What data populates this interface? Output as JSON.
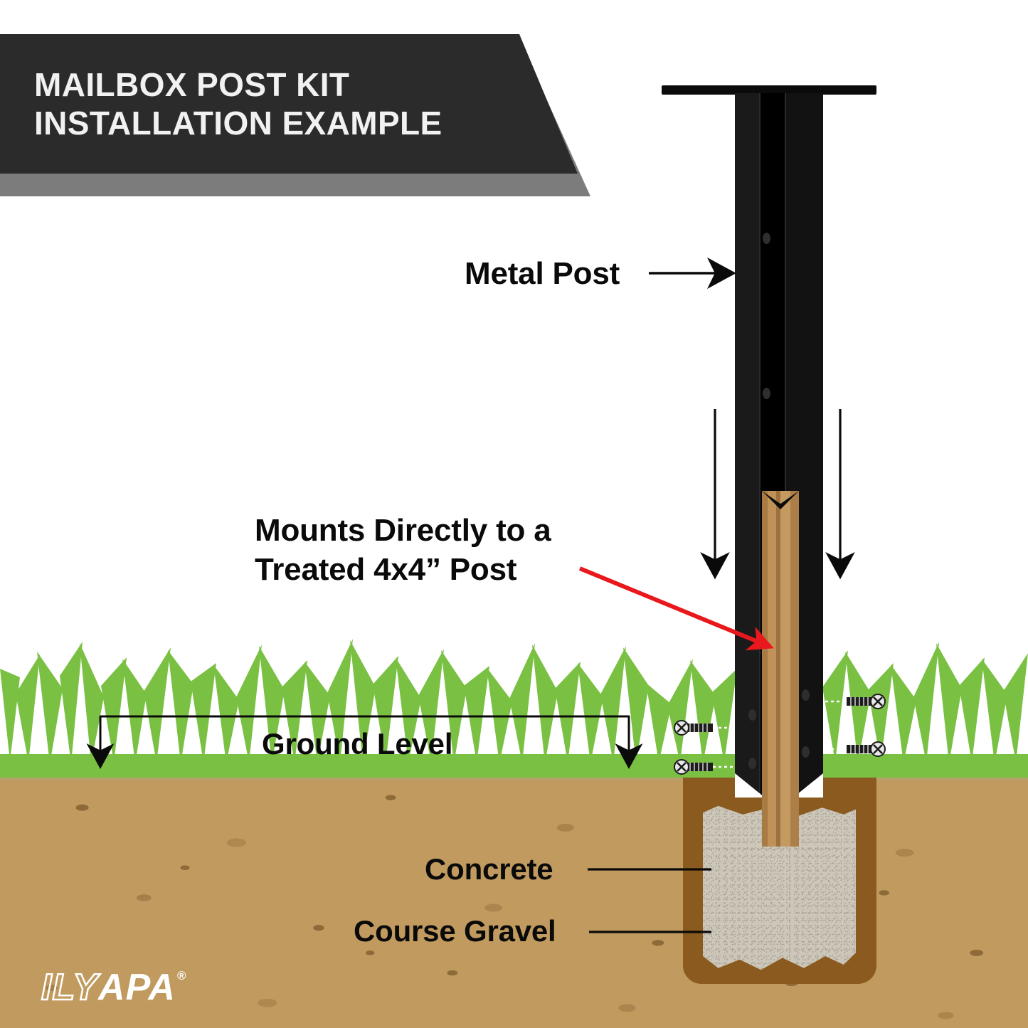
{
  "banner": {
    "line1": "MAILBOX POST KIT",
    "line2": "INSTALLATION EXAMPLE"
  },
  "labels": {
    "metal_post": "Metal Post",
    "mounts_line1": "Mounts Directly to a",
    "mounts_line2": "Treated 4x4” Post",
    "ground_level": "Ground Level",
    "concrete": "Concrete",
    "course_gravel": "Course Gravel"
  },
  "logo": {
    "outline_part": "ILY",
    "solid_part": "APA",
    "registered_mark": "®"
  },
  "colors": {
    "banner_bg": "#2b2b2b",
    "banner_shadow": "#7c7c7c",
    "banner_text": "#f1f1f1",
    "grass_green": "#7ac143",
    "soil_tan": "#c09a5e",
    "soil_blotch": "#8d6b39",
    "hole_brown": "#8a5a1e",
    "concrete_gray": "#cdc7ba",
    "metal_black": "#0b0b0b",
    "wood_tan": "#b88a52",
    "accent_red": "#e8181c",
    "page_bg": "#ffffff"
  },
  "diagram": {
    "title": "Mailbox Post Kit Installation Example",
    "type": "cross-section installation diagram",
    "components": [
      {
        "name": "metal-post",
        "label": "Metal Post",
        "description": "black metal sleeve post with top mounting plate"
      },
      {
        "name": "wood-post",
        "label": "Treated 4x4” Post",
        "description": "wooden post inserted inside metal sleeve"
      },
      {
        "name": "screws",
        "label": "mounting screws",
        "count": 4,
        "description": "screws fastening metal sleeve to wood post"
      },
      {
        "name": "grass",
        "label": "grass",
        "description": "green grass layer at ground level"
      },
      {
        "name": "soil",
        "label": "soil",
        "description": "tan speckled earth below ground level"
      },
      {
        "name": "concrete",
        "label": "Concrete",
        "description": "gray concrete footing in dug hole"
      },
      {
        "name": "gravel",
        "label": "Course Gravel",
        "description": "coarse gravel base at bottom of hole"
      }
    ],
    "annotations": [
      {
        "name": "metal-post-arrow",
        "kind": "straight-arrow",
        "color": "#0a0a0a",
        "points_to": "metal-post"
      },
      {
        "name": "mounts-red-arrow",
        "kind": "diagonal-arrow",
        "color": "#e8181c",
        "points_to": "wood-post"
      },
      {
        "name": "ground-level-bracket",
        "kind": "bracket-double-arrow",
        "color": "#0a0a0a",
        "points_to": "ground-line"
      },
      {
        "name": "insertion-arrow-left",
        "kind": "down-arrow",
        "color": "#0a0a0a"
      },
      {
        "name": "insertion-arrow-right",
        "kind": "down-arrow",
        "color": "#0a0a0a"
      },
      {
        "name": "concrete-leader",
        "kind": "leader-line",
        "color": "#0a0a0a",
        "points_to": "concrete"
      },
      {
        "name": "gravel-leader",
        "kind": "leader-line",
        "color": "#0a0a0a",
        "points_to": "gravel"
      }
    ]
  }
}
